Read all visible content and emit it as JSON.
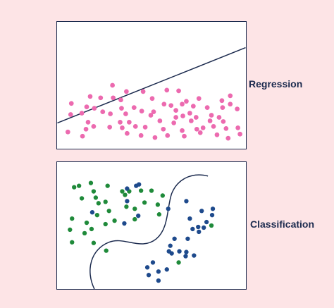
{
  "labels": {
    "regression": "Regression",
    "classification": "Classification"
  },
  "colors": {
    "background": "#fde4e6",
    "panel_border": "#1b2a4e",
    "regression_point": "#ec6aaf",
    "class_a_point": "#1f8a3a",
    "class_b_point": "#1e4a8c",
    "line": "#1b2a4e"
  },
  "chart_data": [
    {
      "type": "scatter",
      "title": "Regression",
      "xlim": [
        0,
        270
      ],
      "ylim": [
        0,
        182
      ],
      "series": [
        {
          "points": [
            [
              42,
              60
            ],
            [
              47,
              75
            ],
            [
              44,
              38
            ],
            [
              41,
              28
            ],
            [
              19,
              49
            ],
            [
              15,
              24
            ],
            [
              20,
              65
            ],
            [
              35,
              51
            ],
            [
              36,
              18
            ],
            [
              53,
              58
            ],
            [
              52,
              32
            ],
            [
              62,
              73
            ],
            [
              65,
              53
            ],
            [
              76,
              50
            ],
            [
              80,
              73
            ],
            [
              75,
              31
            ],
            [
              79,
              91
            ],
            [
              90,
              38
            ],
            [
              91,
              70
            ],
            [
              92,
              58
            ],
            [
              93,
              30
            ],
            [
              99,
              82
            ],
            [
              98,
              50
            ],
            [
              100,
              22
            ],
            [
              103,
              38
            ],
            [
              110,
              59
            ],
            [
              112,
              32
            ],
            [
              121,
              54
            ],
            [
              123,
              82
            ],
            [
              120,
              19
            ],
            [
              126,
              31
            ],
            [
              134,
              48
            ],
            [
              136,
              72
            ],
            [
              138,
              53
            ],
            [
              140,
              16
            ],
            [
              147,
              40
            ],
            [
              152,
              28
            ],
            [
              153,
              64
            ],
            [
              157,
              84
            ],
            [
              158,
              19
            ],
            [
              163,
              62
            ],
            [
              167,
              37
            ],
            [
              170,
              45
            ],
            [
              174,
              83
            ],
            [
              180,
              47
            ],
            [
              179,
              26
            ],
            [
              179,
              64
            ],
            [
              182,
              18
            ],
            [
              190,
              51
            ],
            [
              192,
              40
            ],
            [
              195,
              61
            ],
            [
              199,
              45
            ],
            [
              200,
              28
            ],
            [
              203,
              72
            ],
            [
              205,
              23
            ],
            [
              209,
              30
            ],
            [
              215,
              59
            ],
            [
              219,
              40
            ],
            [
              221,
              48
            ],
            [
              224,
              32
            ],
            [
              229,
              20
            ],
            [
              232,
              45
            ],
            [
              237,
              59
            ],
            [
              236,
              69
            ],
            [
              238,
              39
            ],
            [
              242,
              29
            ],
            [
              245,
              15
            ],
            [
              248,
              64
            ],
            [
              248,
              76
            ],
            [
              258,
              57
            ],
            [
              259,
              30
            ],
            [
              262,
              21
            ],
            [
              170,
              55
            ],
            [
              185,
              68
            ]
          ]
        }
      ],
      "trend_line": {
        "x": [
          0,
          270
        ],
        "y": [
          37,
          145
        ]
      }
    },
    {
      "type": "scatter",
      "title": "Classification",
      "xlim": [
        0,
        270
      ],
      "ylim": [
        0,
        182
      ],
      "series": [
        {
          "points": [
            [
              31,
              148
            ],
            [
              35,
              130
            ],
            [
              48,
              152
            ],
            [
              52,
              140
            ],
            [
              55,
              131
            ],
            [
              72,
              148
            ],
            [
              69,
              125
            ],
            [
              74,
              112
            ],
            [
              59,
              123
            ],
            [
              57,
              106
            ],
            [
              69,
              93
            ],
            [
              93,
              140
            ],
            [
              99,
              118
            ],
            [
              97,
              135
            ],
            [
              111,
              115
            ],
            [
              111,
              100
            ],
            [
              120,
              141
            ],
            [
              125,
              124
            ],
            [
              135,
              141
            ],
            [
              144,
              121
            ],
            [
              151,
              134
            ],
            [
              42,
              95
            ],
            [
              49,
              86
            ],
            [
              21,
              101
            ],
            [
              18,
              85
            ],
            [
              21,
              67
            ],
            [
              24,
              146
            ],
            [
              39,
              80
            ],
            [
              52,
              66
            ],
            [
              82,
              98
            ],
            [
              103,
              140
            ],
            [
              70,
              55
            ],
            [
              174,
              38
            ],
            [
              221,
              91
            ],
            [
              146,
              107
            ]
          ]
        },
        {
          "points": [
            [
              100,
              144
            ],
            [
              100,
              126
            ],
            [
              116,
              105
            ],
            [
              113,
              148
            ],
            [
              50,
              110
            ],
            [
              96,
              94
            ],
            [
              137,
              38
            ],
            [
              159,
              115
            ],
            [
              185,
              126
            ],
            [
              190,
              101
            ],
            [
              194,
              86
            ],
            [
              222,
              106
            ],
            [
              214,
              96
            ],
            [
              202,
              89
            ],
            [
              203,
              82
            ],
            [
              210,
              88
            ],
            [
              223,
              115
            ],
            [
              207,
              112
            ],
            [
              185,
              53
            ],
            [
              187,
              72
            ],
            [
              168,
              72
            ],
            [
              162,
              62
            ],
            [
              164,
              51
            ],
            [
              184,
              47
            ],
            [
              196,
              48
            ],
            [
              117,
              150
            ],
            [
              129,
              31
            ],
            [
              131,
              20
            ],
            [
              145,
              12
            ],
            [
              145,
              25
            ],
            [
              157,
              28
            ],
            [
              160,
              54
            ],
            [
              175,
              54
            ]
          ]
        }
      ]
    }
  ]
}
